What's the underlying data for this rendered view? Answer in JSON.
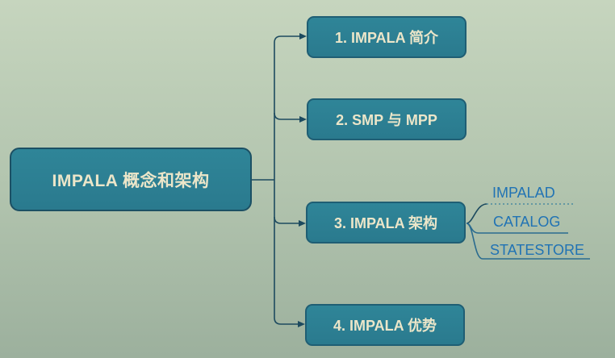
{
  "mindmap": {
    "root": {
      "label": "IMPALA 概念和架构"
    },
    "children": [
      {
        "label": "1. IMPALA 简介"
      },
      {
        "label": "2. SMP 与 MPP"
      },
      {
        "label": "3. IMPALA 架构",
        "subitems": [
          "IMPALAD",
          "CATALOG",
          "STATESTORE"
        ]
      },
      {
        "label": "4. IMPALA 优势"
      }
    ]
  },
  "colors": {
    "background_top": "#c6d5be",
    "background_bottom": "#9cb09d",
    "node_fill": "#2d8095",
    "node_border": "#1f5e74",
    "node_text": "#ece6c9",
    "connector_line": "#1d4a5f",
    "subitem_text": "#2173b4",
    "subitem_line_solid": "#2a6b8f",
    "subitem_line_dotted": "#4a8aa0"
  }
}
